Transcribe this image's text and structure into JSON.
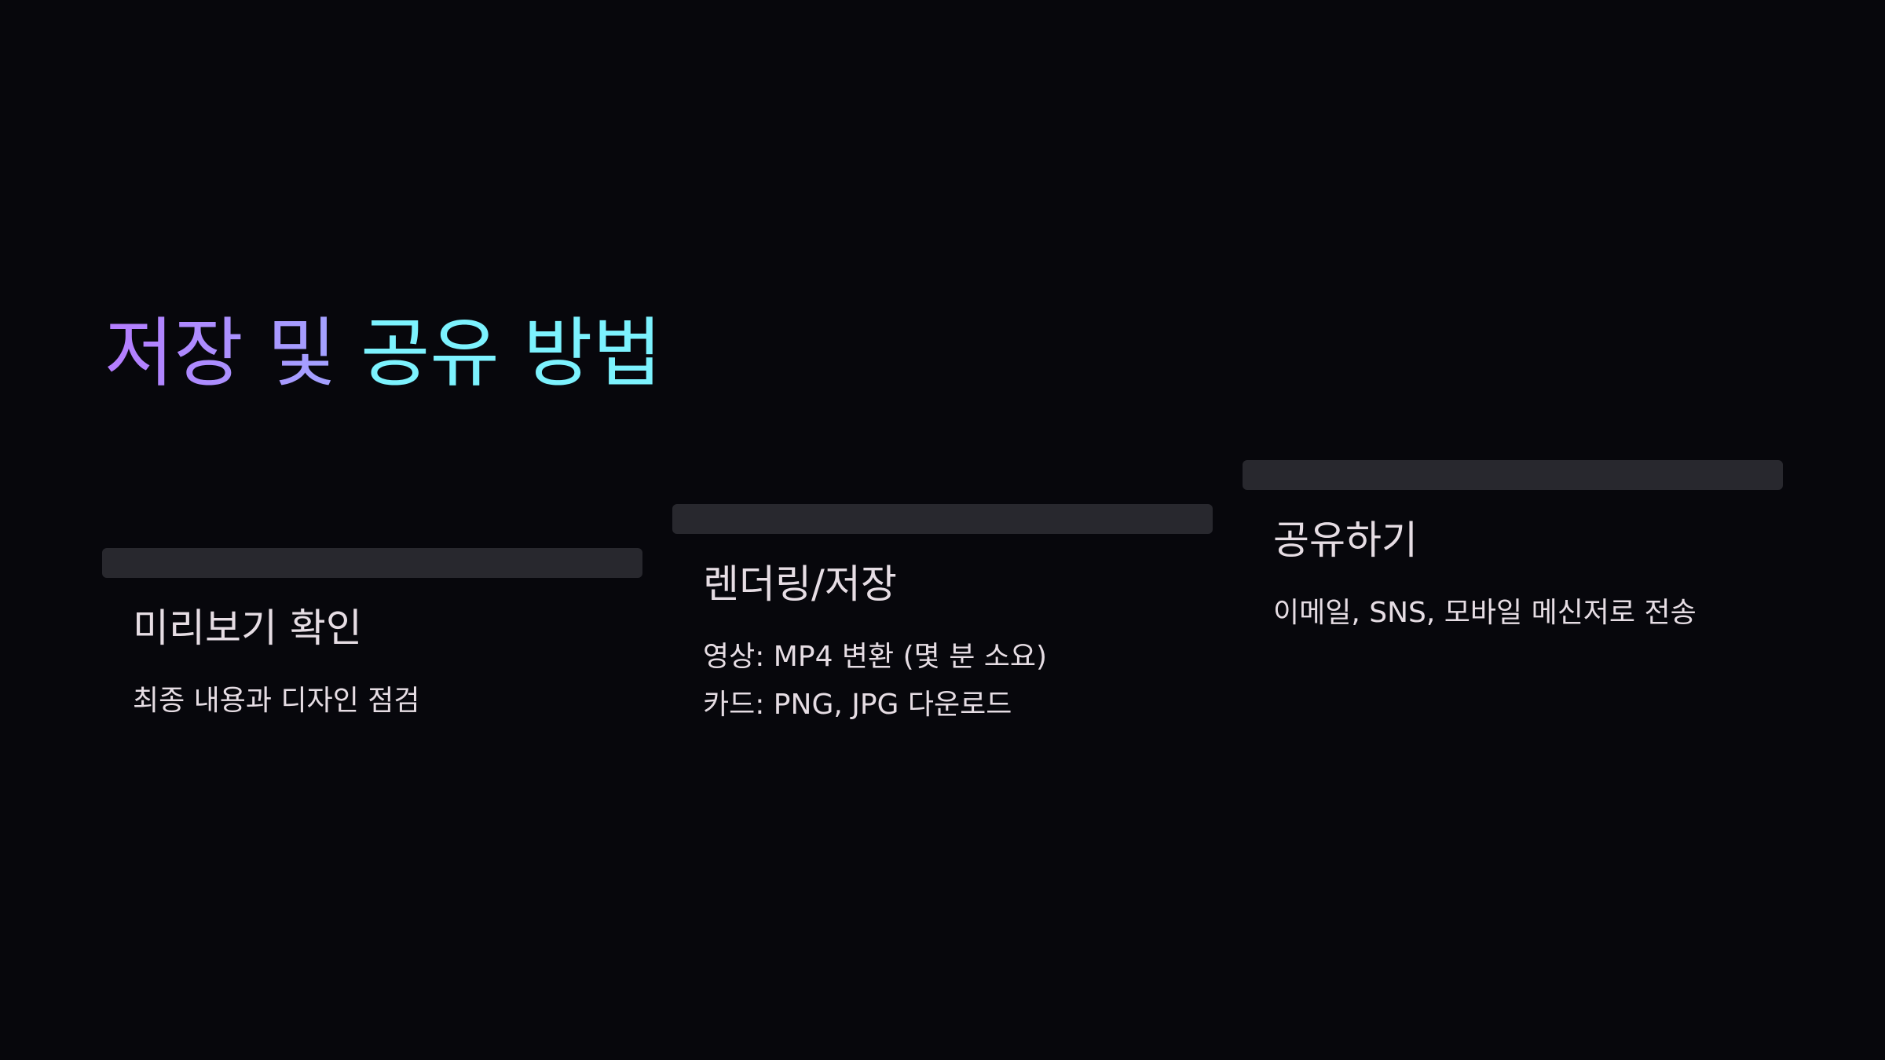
{
  "slide": {
    "title": {
      "part_a": "저장 및",
      "part_b": "공유 방법"
    },
    "colors": {
      "background": "#07070c",
      "title_gradient_start": "#b57cff",
      "title_gradient_end": "#a3a2ff",
      "title_accent": "#7cf2fe",
      "card_bar": "#28282e",
      "text": "#e6dde4"
    },
    "cards": [
      {
        "heading": "미리보기 확인",
        "lines": [
          "최종 내용과 디자인 점검"
        ]
      },
      {
        "heading": "렌더링/저장",
        "lines": [
          "영상: MP4 변환 (몇 분 소요)",
          "카드: PNG, JPG 다운로드"
        ]
      },
      {
        "heading": "공유하기",
        "lines": [
          "이메일, SNS, 모바일 메신저로 전송"
        ]
      }
    ]
  }
}
